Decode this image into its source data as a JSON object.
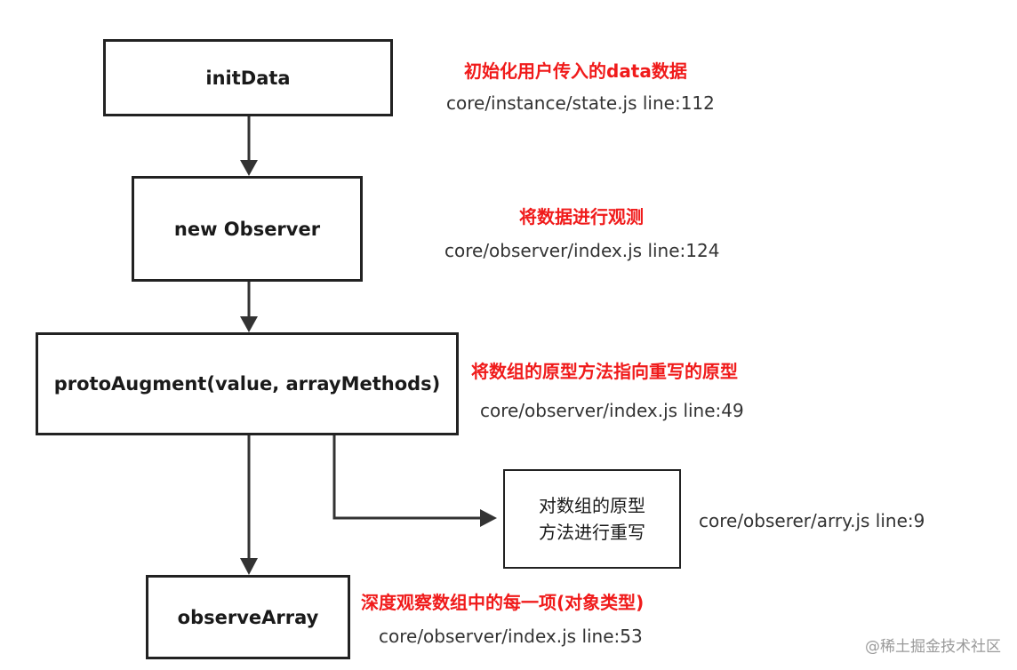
{
  "nodes": {
    "init_data": "initData",
    "new_observer": "new Observer",
    "proto_augment": "protoAugment(value, arrayMethods)",
    "rewrite": [
      "对数组的原型",
      "方法进行重写"
    ],
    "observe_array": "observeArray"
  },
  "notes": {
    "init_data": {
      "title": "初始化用户传入的data数据",
      "path": "core/instance/state.js   line:112"
    },
    "new_observer": {
      "title": "将数据进行观测",
      "path": "core/observer/index.js  line:124"
    },
    "proto_augment": {
      "title": "将数组的原型方法指向重写的原型",
      "path": "core/observer/index.js  line:49"
    },
    "rewrite": {
      "path": "core/obserer/arry.js line:9"
    },
    "observe_array": {
      "title": "深度观察数组中的每一项(对象类型)",
      "path": "core/observer/index.js  line:53"
    }
  },
  "watermark": "@稀土掘金技术社区",
  "colors": {
    "box_border": "#222222",
    "arrow": "#333333",
    "note_title": "#f01b1b",
    "note_path": "#333333",
    "watermark": "#9a9a9a"
  }
}
